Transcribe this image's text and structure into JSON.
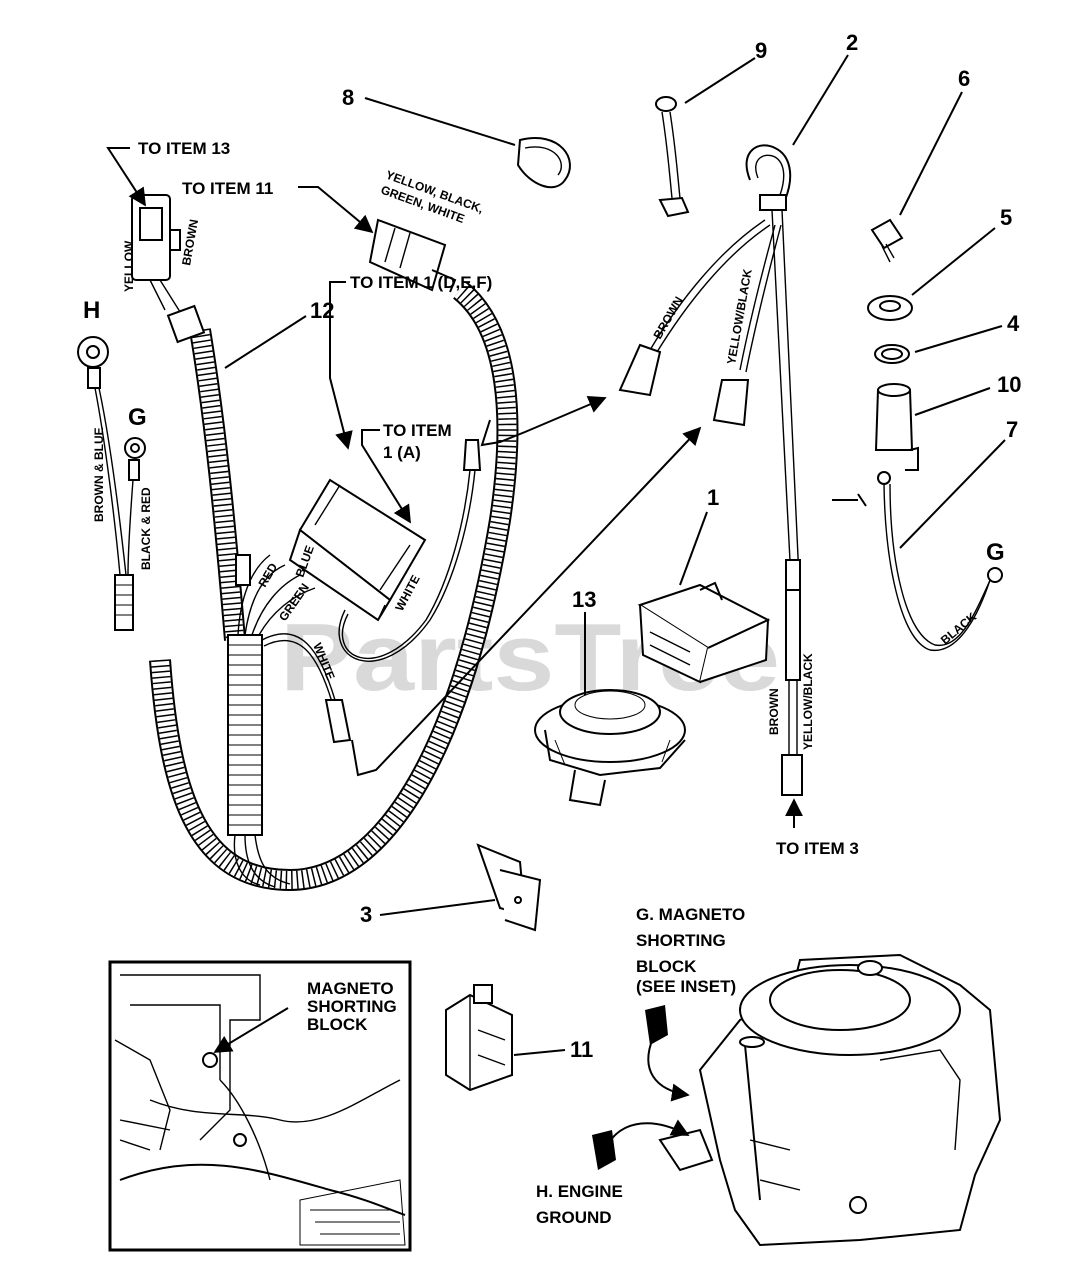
{
  "watermark": "PartsTree",
  "callouts": {
    "c1": "1",
    "c2": "2",
    "c3": "3",
    "c4": "4",
    "c5": "5",
    "c6": "6",
    "c7": "7",
    "c8": "8",
    "c9": "9",
    "c10": "10",
    "c11": "11",
    "c12": "12",
    "c13": "13"
  },
  "grounds": {
    "h_top": "H",
    "g_top": "G",
    "g_right": "G"
  },
  "labels": {
    "to_item_13": "TO ITEM 13",
    "to_item_11": "TO ITEM 11",
    "to_item_1_def": "TO ITEM 1 (D,E,F)",
    "to_item_1a_l1": "TO ITEM",
    "to_item_1a_l2": "1 (A)",
    "to_item_3": "TO ITEM 3",
    "inset_l1": "MAGNETO",
    "inset_l2": "SHORTING",
    "inset_l3": "BLOCK",
    "g_magneto_l1": "G. MAGNETO",
    "g_magneto_l2": "SHORTING",
    "g_magneto_l3": "BLOCK",
    "see_inset": "(SEE INSET)",
    "h_engine_l1": "H. ENGINE",
    "h_engine_l2": "GROUND"
  },
  "wires": {
    "yellow": "YELLOW",
    "brown": "BROWN",
    "yellow_black_green_white_l1": "YELLOW, BLACK,",
    "yellow_black_green_white_l2": "GREEN, WHITE",
    "brown_and_blue": "BROWN & BLUE",
    "black_and_red": "BLACK & RED",
    "red": "RED",
    "blue": "BLUE",
    "green": "GREEN",
    "white_a": "WHITE",
    "white_b": "WHITE",
    "brown_upper": "BROWN",
    "yellow_black_upper": "YELLOW/BLACK",
    "brown_lower": "BROWN",
    "yellow_black_lower": "YELLOW/BLACK",
    "black": "BLACK"
  }
}
